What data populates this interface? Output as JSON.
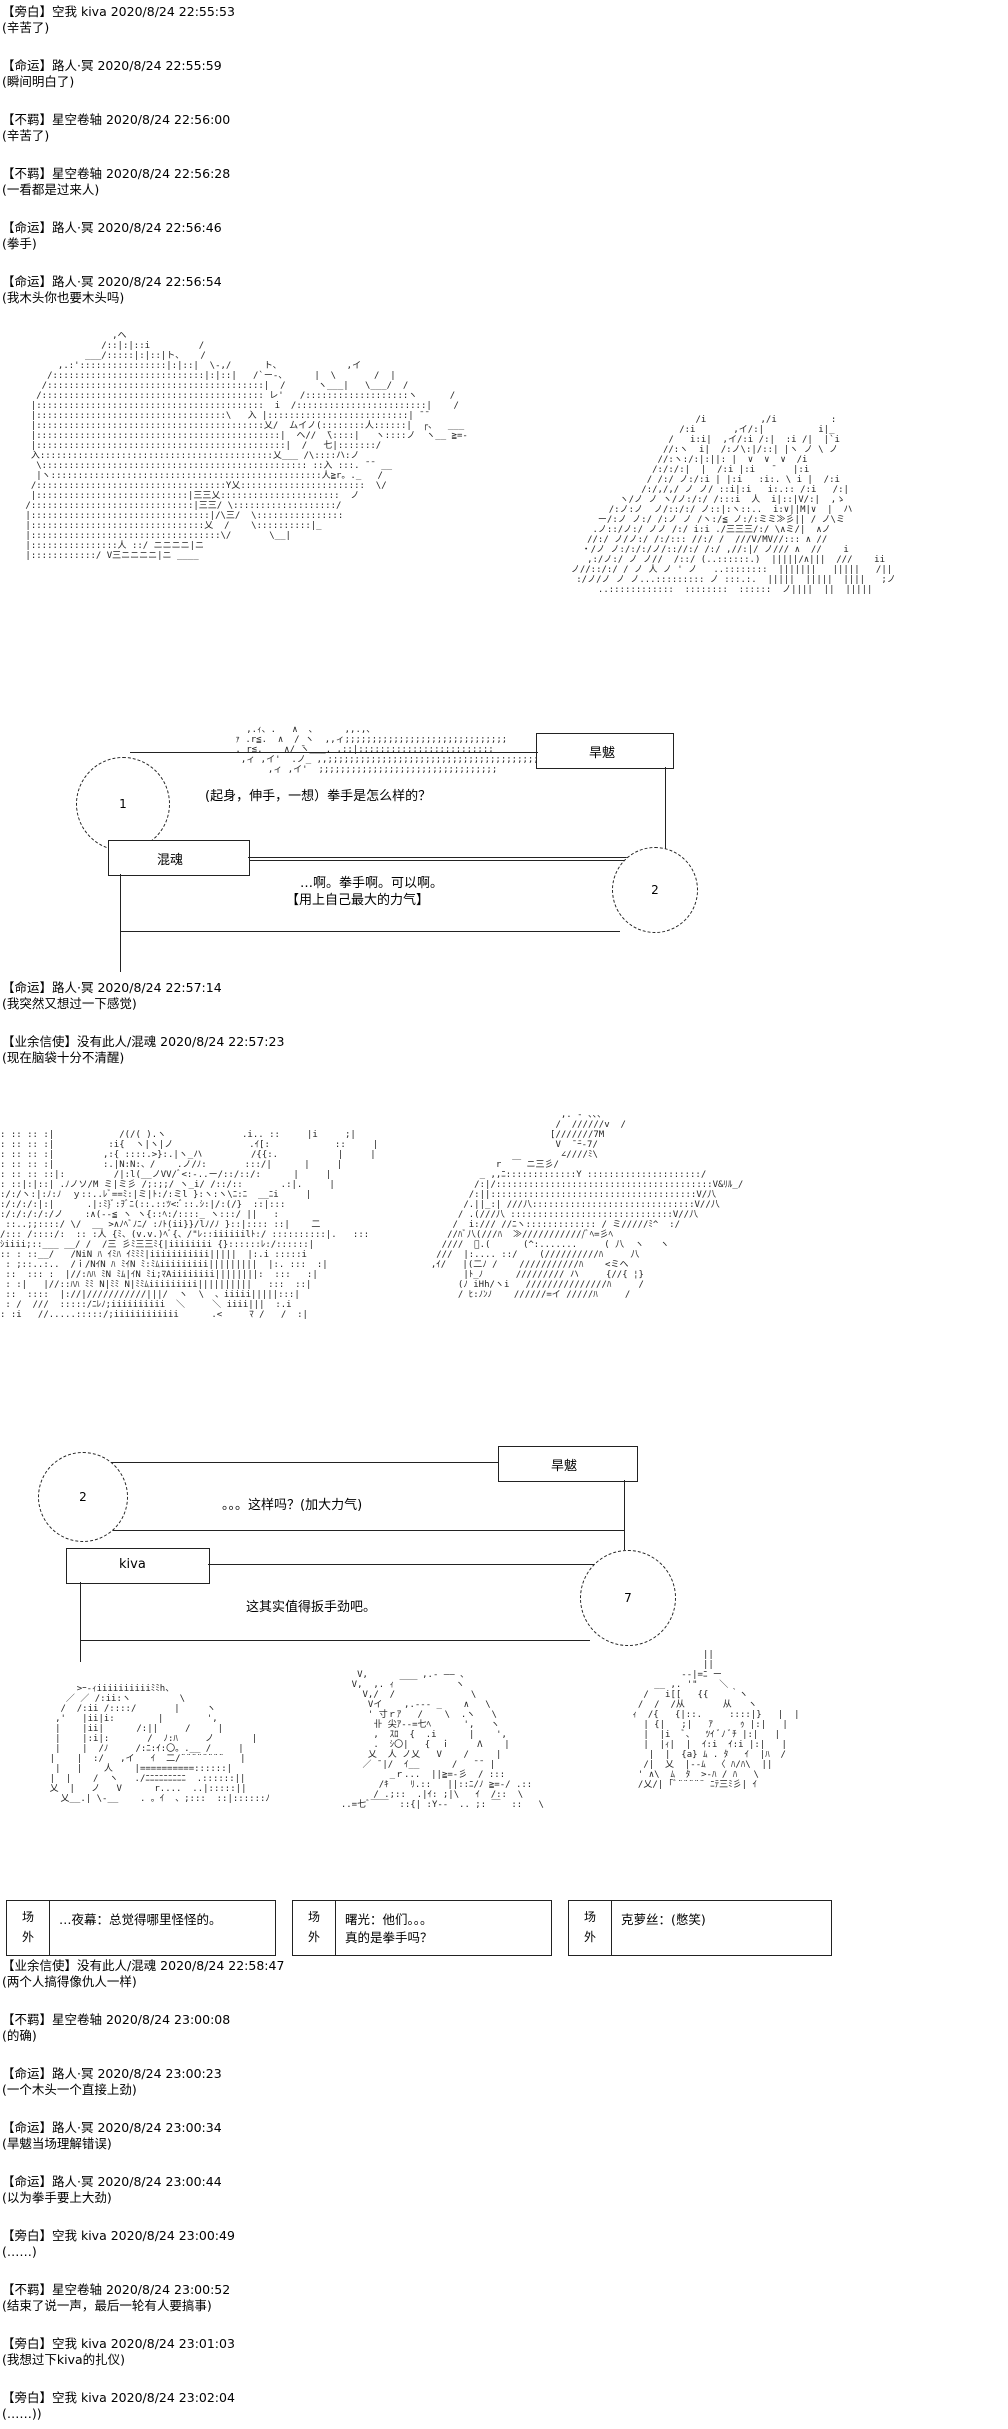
{
  "chat_top": [
    {
      "header": "【旁白】空我  kiva 2020/8/24 22:55:53",
      "body": "(辛苦了)"
    },
    {
      "header": "【命运】路人·冥 2020/8/24 22:55:59",
      "body": "(瞬间明白了)"
    },
    {
      "header": "【不羁】星空卷轴 2020/8/24 22:56:00",
      "body": "(辛苦了)"
    },
    {
      "header": "【不羁】星空卷轴 2020/8/24 22:56:28",
      "body": "(一看都是过来人)"
    },
    {
      "header": "【命运】路人·冥 2020/8/24 22:56:46",
      "body": "(拳手)"
    },
    {
      "header": "【命运】路人·冥 2020/8/24 22:56:54",
      "body": "(我木头你也要木头吗)"
    }
  ],
  "scene1": {
    "speaker_a": "旱魃",
    "circle_a": "1",
    "line_a": "(起身，伸手，一想）拳手是怎么样的？",
    "speaker_b": "混魂",
    "circle_b": "2",
    "line_b1": "…啊。拳手啊。可以啊。",
    "line_b2": "【用上自己最大的力气】"
  },
  "chat_mid": [
    {
      "header": "【命运】路人·冥 2020/8/24 22:57:14",
      "body": "(我突然又想过一下感觉)"
    },
    {
      "header": "【业余信使】没有此人/混魂 2020/8/24 22:57:23",
      "body": "(现在脑袋十分不清醒)"
    }
  ],
  "scene2": {
    "speaker_a": "旱魃",
    "circle_a": "2",
    "line_a": "。。。这样吗？(加大力气)",
    "speaker_b": "kiva",
    "circle_b": "7",
    "line_b": "这其实值得扳手劲吧。"
  },
  "scene3": {
    "tag": "场\n外",
    "panels": [
      {
        "text": "…夜幕：总觉得哪里怪怪的。"
      },
      {
        "text": "曙光：他们。。。\n真的是拳手吗？"
      },
      {
        "text": "克萝丝：(憋笑)"
      }
    ]
  },
  "chat_bottom": [
    {
      "header": "【业余信使】没有此人/混魂 2020/8/24 22:58:47",
      "body": "(两个人搞得像仇人一样)"
    },
    {
      "header": "【不羁】星空卷轴 2020/8/24 23:00:08",
      "body": "(的确)"
    },
    {
      "header": "【命运】路人·冥 2020/8/24 23:00:23",
      "body": "(一个木头一个直接上劲)"
    },
    {
      "header": "【命运】路人·冥 2020/8/24 23:00:34",
      "body": "(旱魃当场理解错误)"
    },
    {
      "header": "【命运】路人·冥 2020/8/24 23:00:44",
      "body": "(以为拳手要上大劲)"
    },
    {
      "header": "【旁白】空我  kiva 2020/8/24 23:00:49",
      "body": "(……)"
    },
    {
      "header": "【不羁】星空卷轴 2020/8/24 23:00:52",
      "body": "(结束了说一声，最后一轮有人要搞事)"
    },
    {
      "header": "【旁白】空我  kiva 2020/8/24 23:01:03",
      "body": "(我想过下kiva的扎仪)"
    },
    {
      "header": "【旁白】空我  kiva 2020/8/24 23:02:04",
      "body": "(……))"
    }
  ]
}
